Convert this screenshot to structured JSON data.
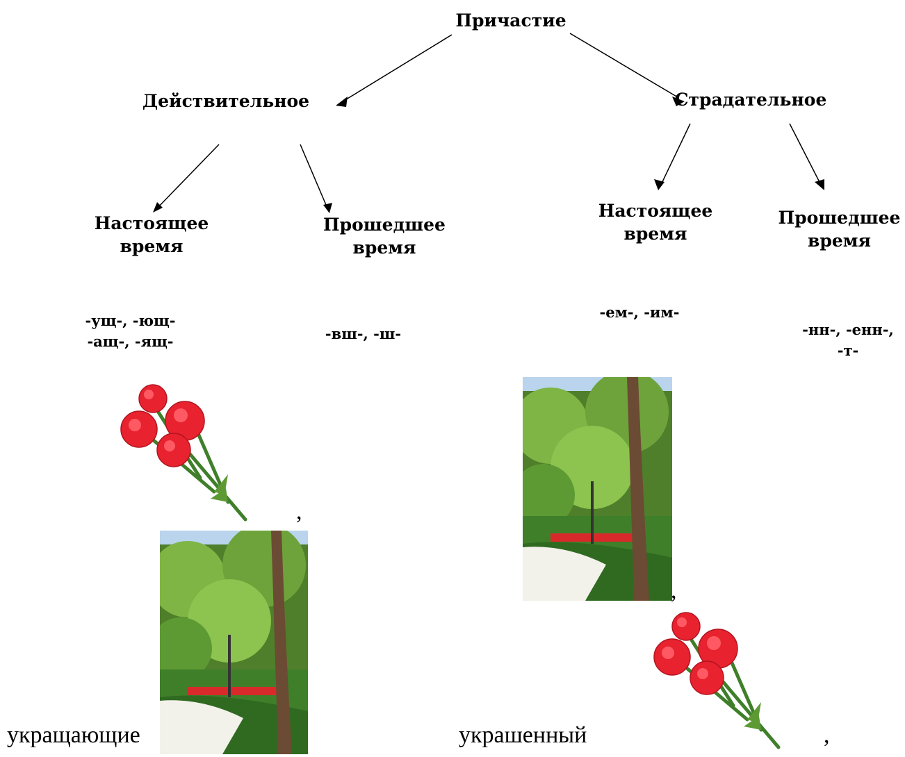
{
  "root": {
    "label": "Причастие"
  },
  "active": {
    "label": "Действительное",
    "present": {
      "line1": "Настоящее",
      "line2": "время",
      "suffix1": "-ущ-, -ющ-",
      "suffix2": "-ащ-, -ящ-"
    },
    "past": {
      "line1": "Прошедшее",
      "line2": "время",
      "suffix1": "-вш-,  -ш-"
    }
  },
  "passive": {
    "label": "Страдательное",
    "present": {
      "line1": "Настоящее",
      "line2": "время",
      "suffix1": "-ем-, -им-"
    },
    "past": {
      "line1": "Прошедшее",
      "line2": "время",
      "suffix1": "-нн-, -енн-,",
      "suffix2": "-т-"
    }
  },
  "examples": {
    "word_left": "укращающие",
    "word_right": "украшенный",
    "comma": ","
  },
  "colors": {
    "petal": "#e8222f",
    "stem": "#3f7f2a",
    "foliage": "#5d9a34",
    "trunk": "#6b4b33",
    "sky": "#b9d4ec"
  }
}
